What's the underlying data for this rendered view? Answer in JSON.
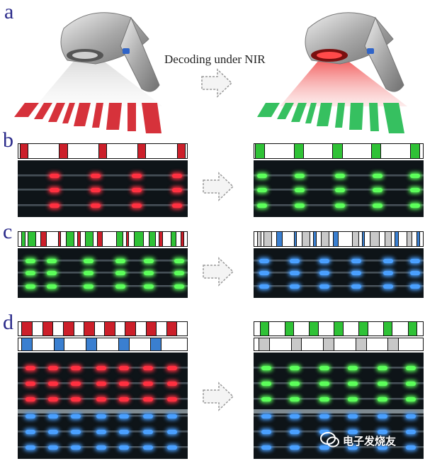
{
  "panels": {
    "a": "a",
    "b": "b",
    "c": "c",
    "d": "d"
  },
  "caption": "Decoding under NIR",
  "watermark": "电子发烧友",
  "colors": {
    "red": "#cc1f2a",
    "green": "#2fc236",
    "blue": "#3a7fd0",
    "gray": "#c8c8c8",
    "panel_label": "#2a2a8a",
    "micro_bg": "#0e1418"
  },
  "icons": [
    "barcode-scanner-icon",
    "arrow-right-icon",
    "wechat-logo-icon"
  ]
}
